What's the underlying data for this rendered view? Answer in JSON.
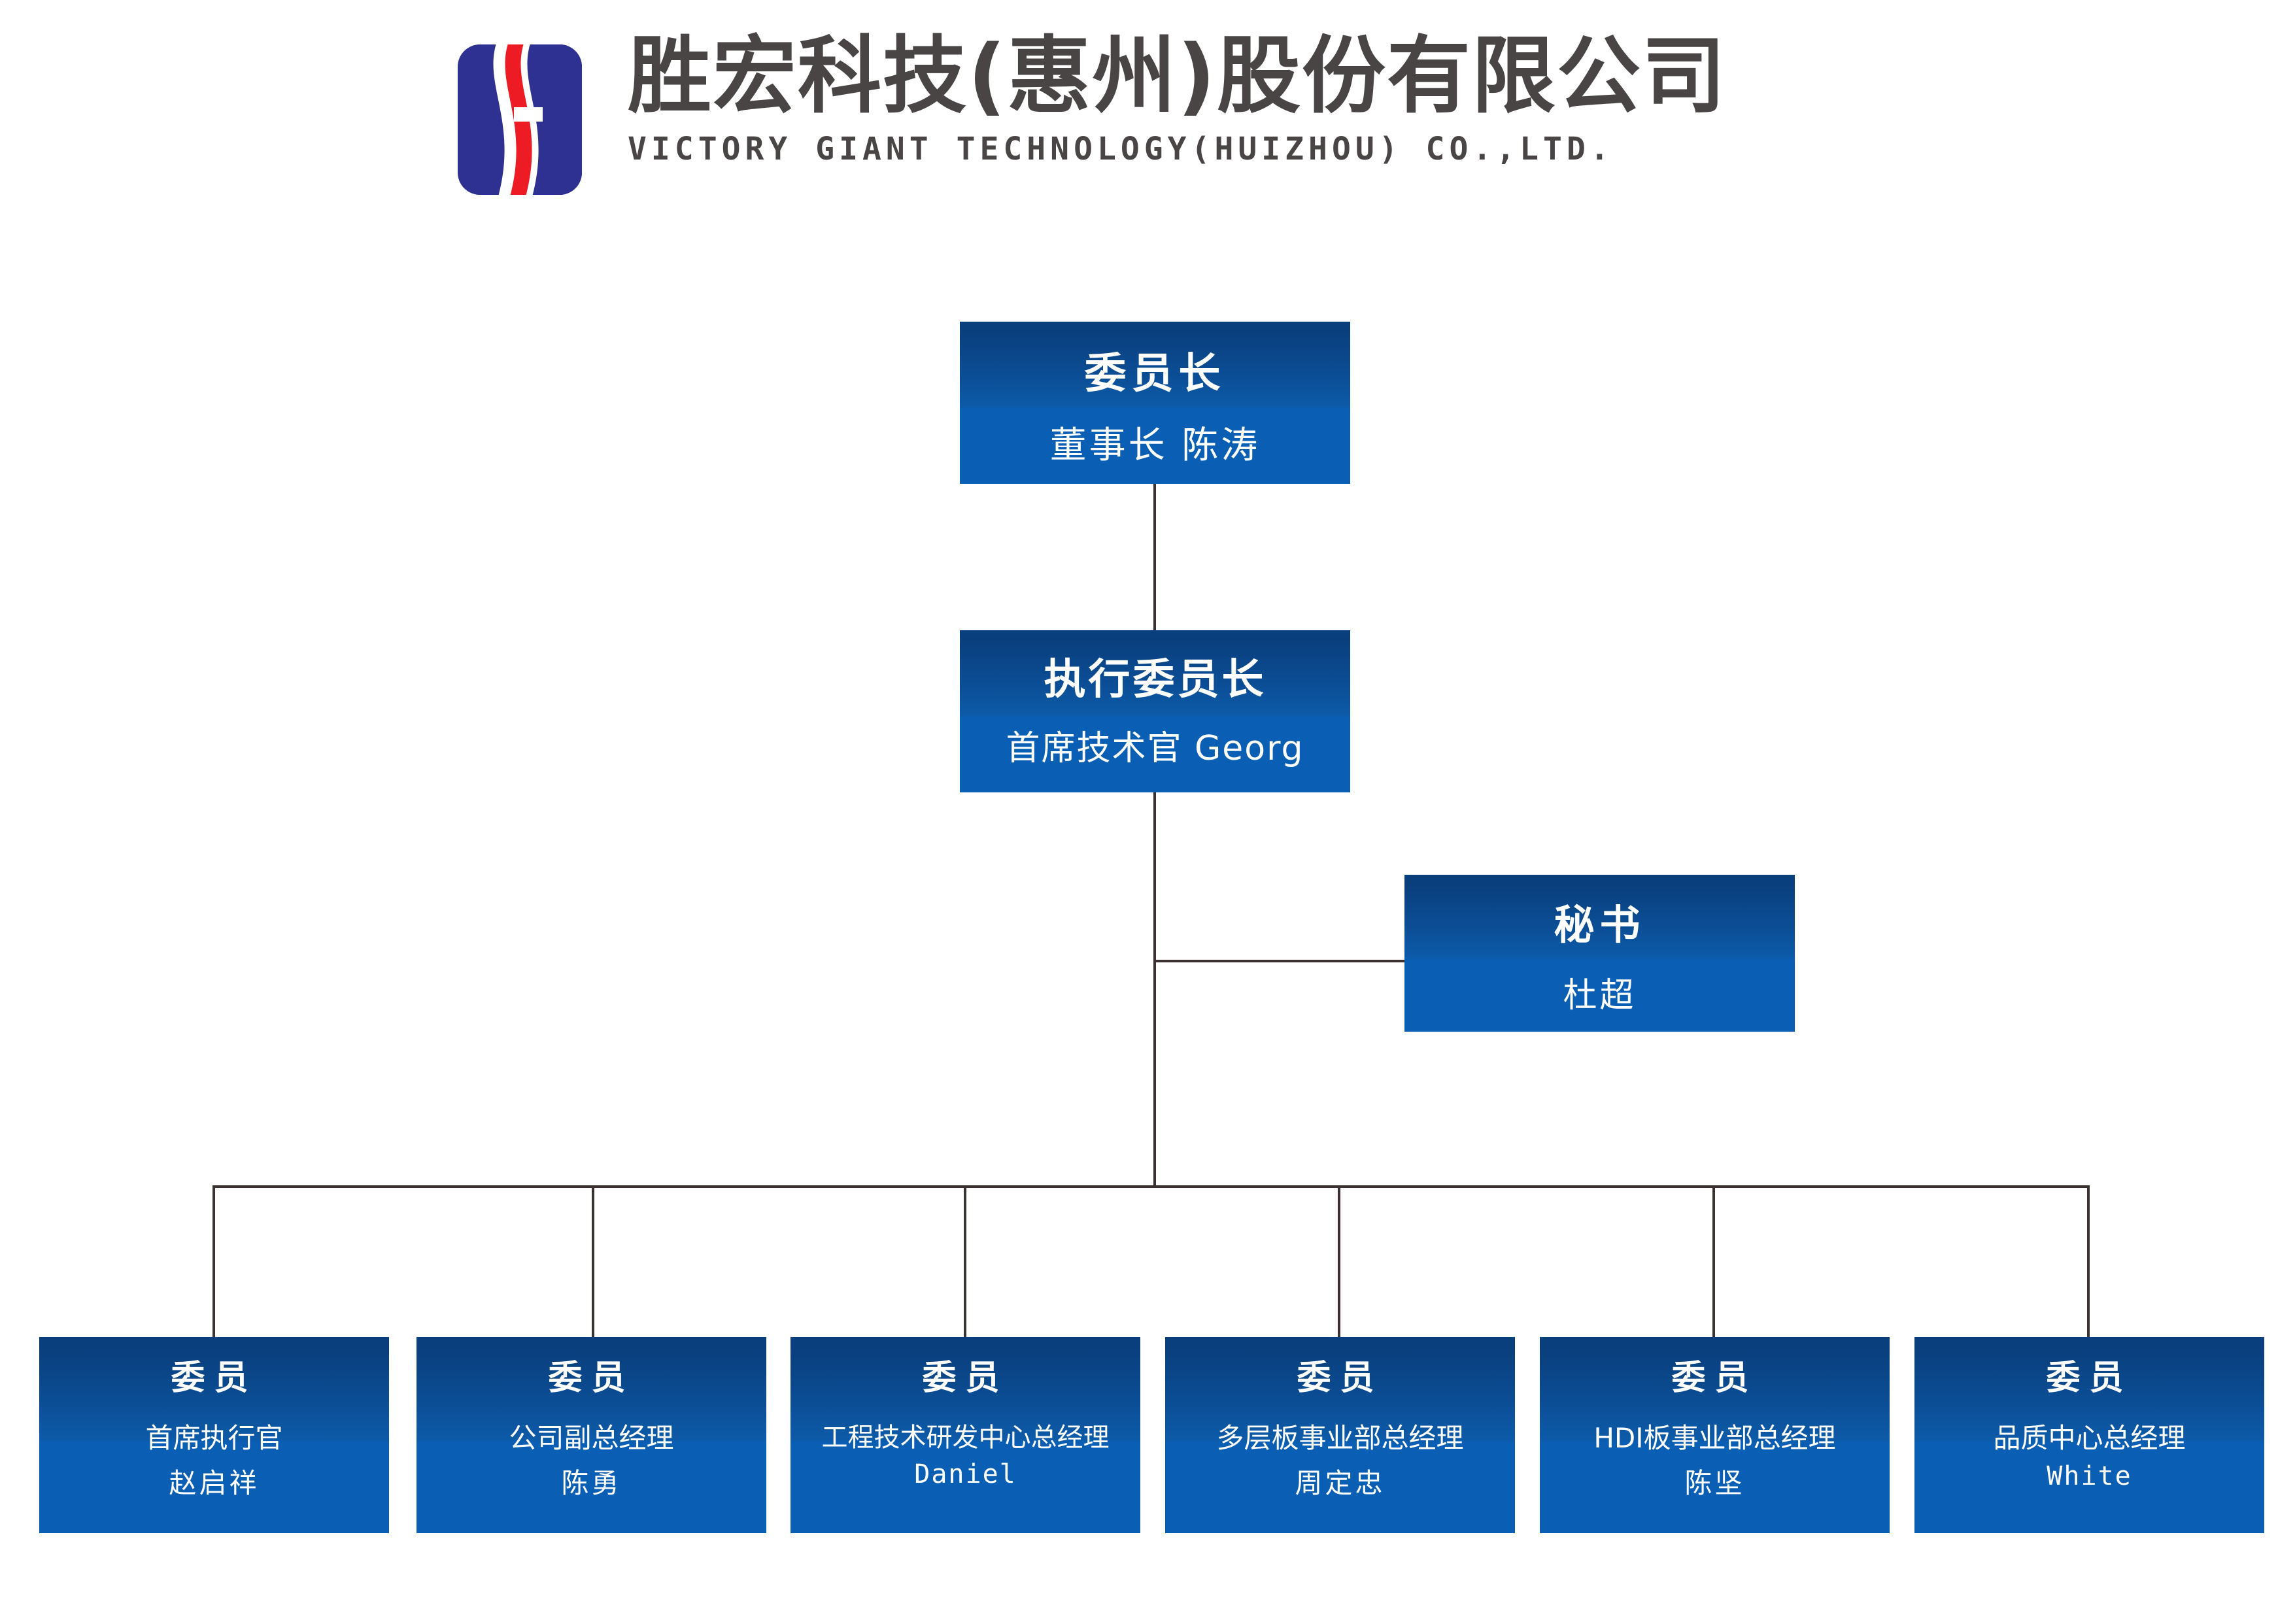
{
  "header": {
    "company_name_cn": "胜宏科技(惠州)股份有限公司",
    "company_name_en": "VICTORY GIANT TECHNOLOGY(HUIZHOU) CO.,LTD.",
    "logo_name": "victory-giant-logo",
    "logo_colors": {
      "blue": "#2e3192",
      "red": "#ed1c24",
      "text": "#4a4545"
    }
  },
  "chart": {
    "type": "org-chart",
    "box_colors": {
      "gradient_top": "#0a3f7d",
      "gradient_bottom": "#0a5fb4",
      "text": "#ffffff",
      "connector": "#3b3131"
    },
    "nodes": {
      "chairman": {
        "title": "委员长",
        "subtitle": "董事长 陈涛"
      },
      "executive_chairman": {
        "title": "执行委员长",
        "subtitle": "首席技术官 Georg"
      },
      "secretary": {
        "title": "秘书",
        "subtitle": "杜超"
      }
    },
    "members": [
      {
        "title": "委员",
        "role": "首席执行官",
        "name": "赵启祥",
        "latin": false
      },
      {
        "title": "委员",
        "role": "公司副总经理",
        "name": "陈勇",
        "latin": false
      },
      {
        "title": "委员",
        "role": "工程技术研发中心总经理",
        "name": "Daniel",
        "latin": true
      },
      {
        "title": "委员",
        "role": "多层板事业部总经理",
        "name": "周定忠",
        "latin": false
      },
      {
        "title": "委员",
        "role": "HDI板事业部总经理",
        "name": "陈坚",
        "latin": false
      },
      {
        "title": "委员",
        "role": "品质中心总经理",
        "name": "White",
        "latin": true
      }
    ]
  }
}
